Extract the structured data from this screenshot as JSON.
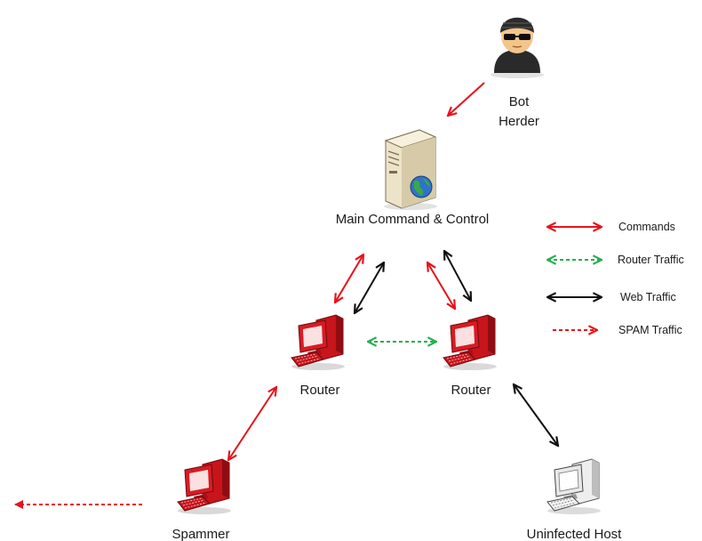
{
  "nodes": {
    "bot_herder": {
      "label_line1": "Bot",
      "label_line2": "Herder"
    },
    "c2": {
      "label": "Main Command & Control"
    },
    "router_left": {
      "label": "Router"
    },
    "router_right": {
      "label": "Router"
    },
    "spammer": {
      "label": "Spammer"
    },
    "uninfected": {
      "label": "Uninfected Host"
    }
  },
  "legend": [
    {
      "label": "Commands",
      "color": "#e8121b",
      "style": "solid"
    },
    {
      "label": "Router Traffic",
      "color": "#27ae4f",
      "style": "dashed"
    },
    {
      "label": "Web Traffic",
      "color": "#111111",
      "style": "solid"
    },
    {
      "label": "SPAM Traffic",
      "color": "#e8121b",
      "style": "dashed"
    }
  ],
  "colors": {
    "commands": "#e8121b",
    "router_traffic": "#27ae4f",
    "web_traffic": "#111111",
    "spam_traffic": "#e8121b",
    "infected_pc": "#c8141b",
    "clean_pc": "#f2f2f2",
    "server": "#ece3c8"
  },
  "icons": {
    "bot_herder": "hacker-icon",
    "c2": "server-globe-icon",
    "router_left": "infected-computer-icon",
    "router_right": "infected-computer-icon",
    "spammer": "infected-computer-icon",
    "uninfected": "clean-computer-icon"
  }
}
